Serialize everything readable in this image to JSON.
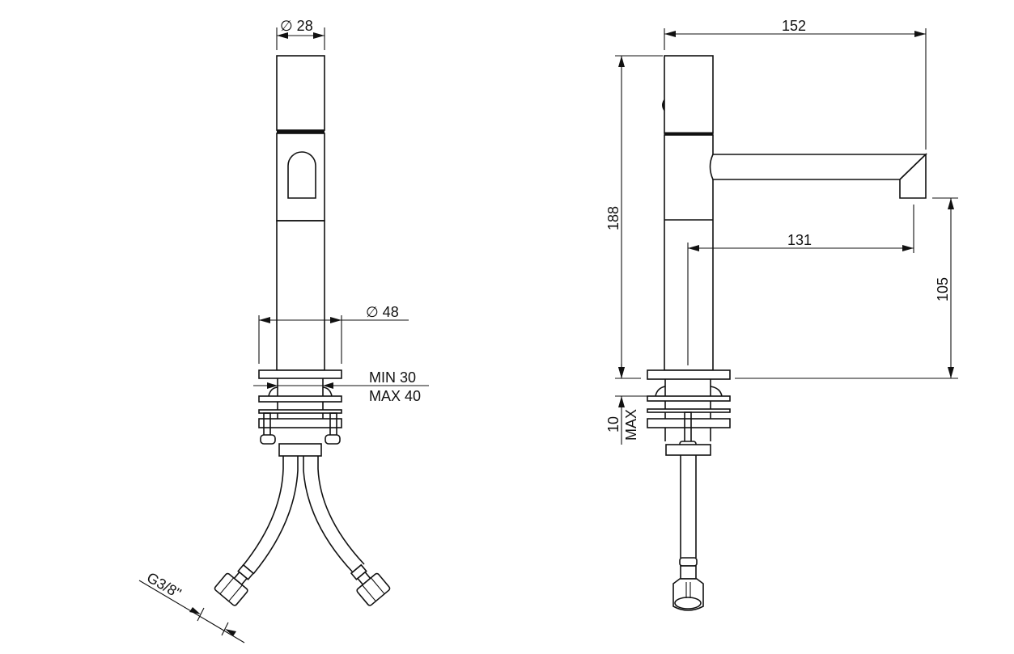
{
  "drawing": {
    "front_view": {
      "top_diameter_label": "∅ 28",
      "base_diameter_label": "∅ 48",
      "deck_thickness_min": "MIN 30",
      "deck_thickness_max": "MAX 40",
      "connection_label": "G3/8\""
    },
    "side_view": {
      "overall_reach_label": "152",
      "spout_reach_label": "131",
      "overall_height_label": "188",
      "spout_height_label": "105",
      "hole_thickness_value": "10",
      "hole_thickness_suffix": "MAX"
    },
    "line_color": "#111111",
    "background_color": "#ffffff"
  }
}
